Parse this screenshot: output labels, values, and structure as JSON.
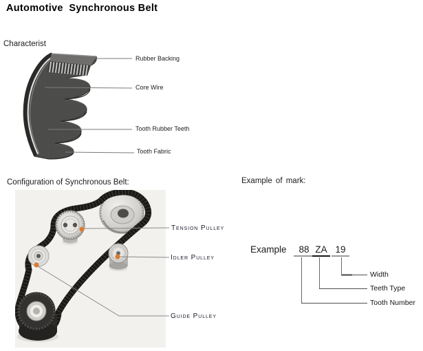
{
  "page": {
    "title": "Automotive  Synchronous Belt"
  },
  "characteristics": {
    "heading": "Characterist",
    "callouts": [
      "Rubber Backing",
      "Core Wire",
      "Tooth Rubber Teeth",
      "Tooth Fabric"
    ]
  },
  "configuration": {
    "heading": "Configuration of Synchronous Belt:",
    "callouts": [
      "Tension Pulley",
      "Idler Pulley",
      "Guide Pulley"
    ]
  },
  "mark_example": {
    "heading": "Example of mark:",
    "prefix": "Example",
    "code_parts": [
      {
        "text": "88",
        "meaning": "Tooth Number"
      },
      {
        "text": "ZA",
        "meaning": "Teeth Type"
      },
      {
        "text": "19",
        "meaning": "Width"
      }
    ]
  },
  "colors": {
    "callout_dot": "#dd7a2e",
    "belt_dark": "#474747",
    "callout_line": "#7a7a7a"
  }
}
